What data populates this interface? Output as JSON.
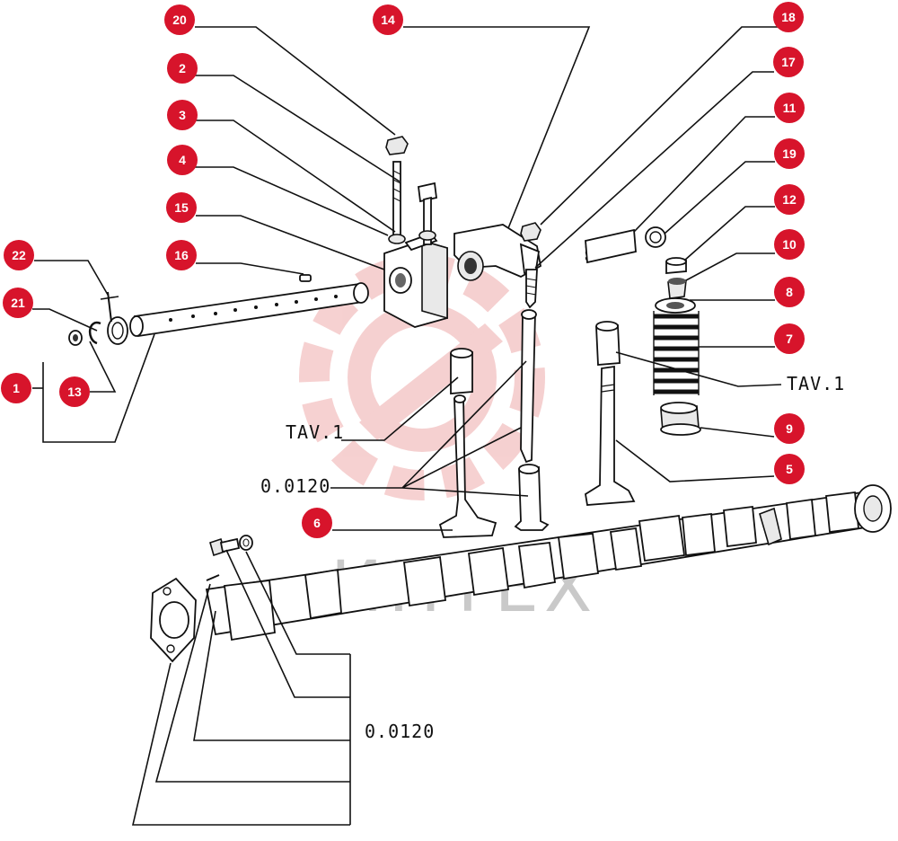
{
  "watermark": {
    "text": "ИНТЕХ",
    "color": "#e8b8b8"
  },
  "callout_color": "#d7142b",
  "callouts": [
    "20",
    "2",
    "3",
    "4",
    "15",
    "16",
    "22",
    "21",
    "1",
    "13",
    "14",
    "18",
    "17",
    "11",
    "19",
    "12",
    "10",
    "8",
    "7",
    "9",
    "5",
    "6"
  ],
  "reference_labels": {
    "tav_right": "TAV.1",
    "tav_left": "TAV.1",
    "ref_upper": "0.0120",
    "ref_lower": "0.0120"
  }
}
